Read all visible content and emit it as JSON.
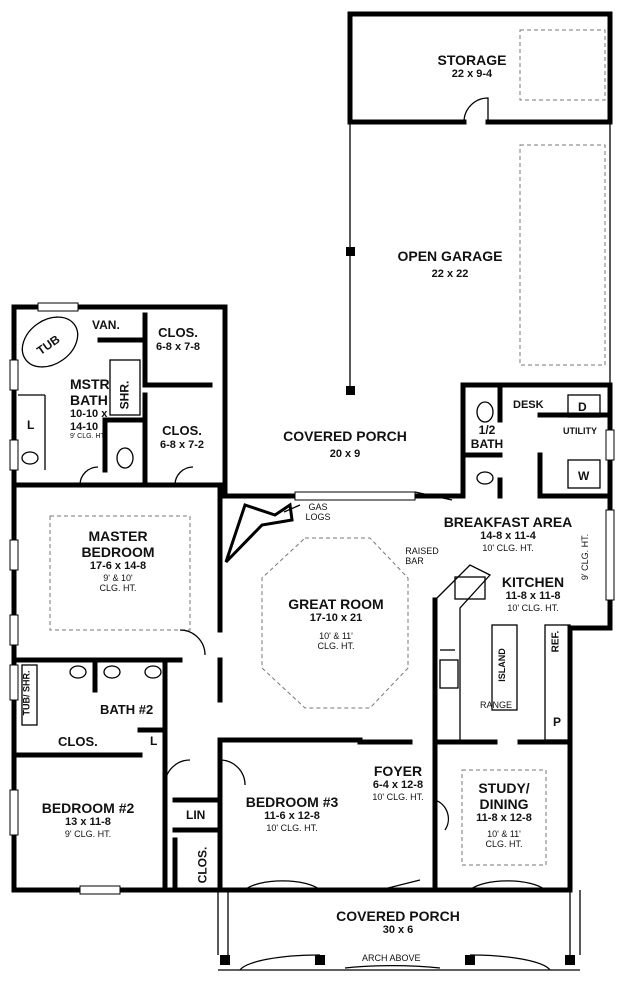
{
  "rooms": {
    "storage": {
      "name": "STORAGE",
      "dims": "22 x 9-4"
    },
    "garage": {
      "name": "OPEN GARAGE",
      "dims": "22 x 22"
    },
    "tub": "TUB",
    "van": "VAN.",
    "clos1": {
      "name": "CLOS.",
      "dims": "6-8 x 7-8"
    },
    "clos2": {
      "name": "CLOS.",
      "dims": "6-8 x 7-2"
    },
    "mstr_bath": {
      "name1": "MSTR",
      "name2": "BATH",
      "dims1": "10-10 x",
      "dims2": "14-10",
      "clg": "9' CLG. HT."
    },
    "shr": "SHR.",
    "l1": "L",
    "covered_porch_back": {
      "name": "COVERED PORCH",
      "dims": "20 x 9"
    },
    "half_bath": {
      "name1": "1/2",
      "name2": "BATH"
    },
    "desk": "DESK",
    "utility": "UTILITY",
    "d": "D",
    "w": "W",
    "gas_logs": {
      "line1": "GAS",
      "line2": "LOGS"
    },
    "breakfast": {
      "name": "BREAKFAST AREA",
      "dims": "14-8 x 11-4",
      "clg": "10' CLG. HT."
    },
    "raised_bar": {
      "line1": "RAISED",
      "line2": "BAR"
    },
    "kitchen": {
      "name": "KITCHEN",
      "dims": "11-8 x 11-8",
      "clg": "10' CLG. HT."
    },
    "side_clg": "9' CLG. HT.",
    "master_bedroom": {
      "name1": "MASTER",
      "name2": "BEDROOM",
      "dims": "17-6 x 14-8",
      "clg1": "9' & 10'",
      "clg2": "CLG. HT."
    },
    "great_room": {
      "name": "GREAT ROOM",
      "dims": "17-10 x 21",
      "clg1": "10' & 11'",
      "clg2": "CLG. HT."
    },
    "island": "ISLAND",
    "ref": "REF.",
    "range": "RANGE",
    "p": "P",
    "tub_shr": "TUB/ SHR.",
    "bath2": "BATH #2",
    "clos3": "CLOS.",
    "l2": "L",
    "bedroom2": {
      "name": "BEDROOM #2",
      "dims": "13 x 11-8",
      "clg": "9' CLG. HT."
    },
    "lin": "LIN",
    "clos4": "CLOS.",
    "bedroom3": {
      "name": "BEDROOM #3",
      "dims": "11-6 x 12-8",
      "clg": "10' CLG. HT."
    },
    "foyer": {
      "name": "FOYER",
      "dims": "6-4 x 12-8",
      "clg": "10' CLG. HT."
    },
    "study": {
      "name1": "STUDY/",
      "name2": "DINING",
      "dims": "11-8 x 12-8",
      "clg1": "10' & 11'",
      "clg2": "CLG. HT."
    },
    "covered_porch_front": {
      "name": "COVERED PORCH",
      "dims": "30 x 6"
    },
    "arch": "ARCH ABOVE"
  }
}
